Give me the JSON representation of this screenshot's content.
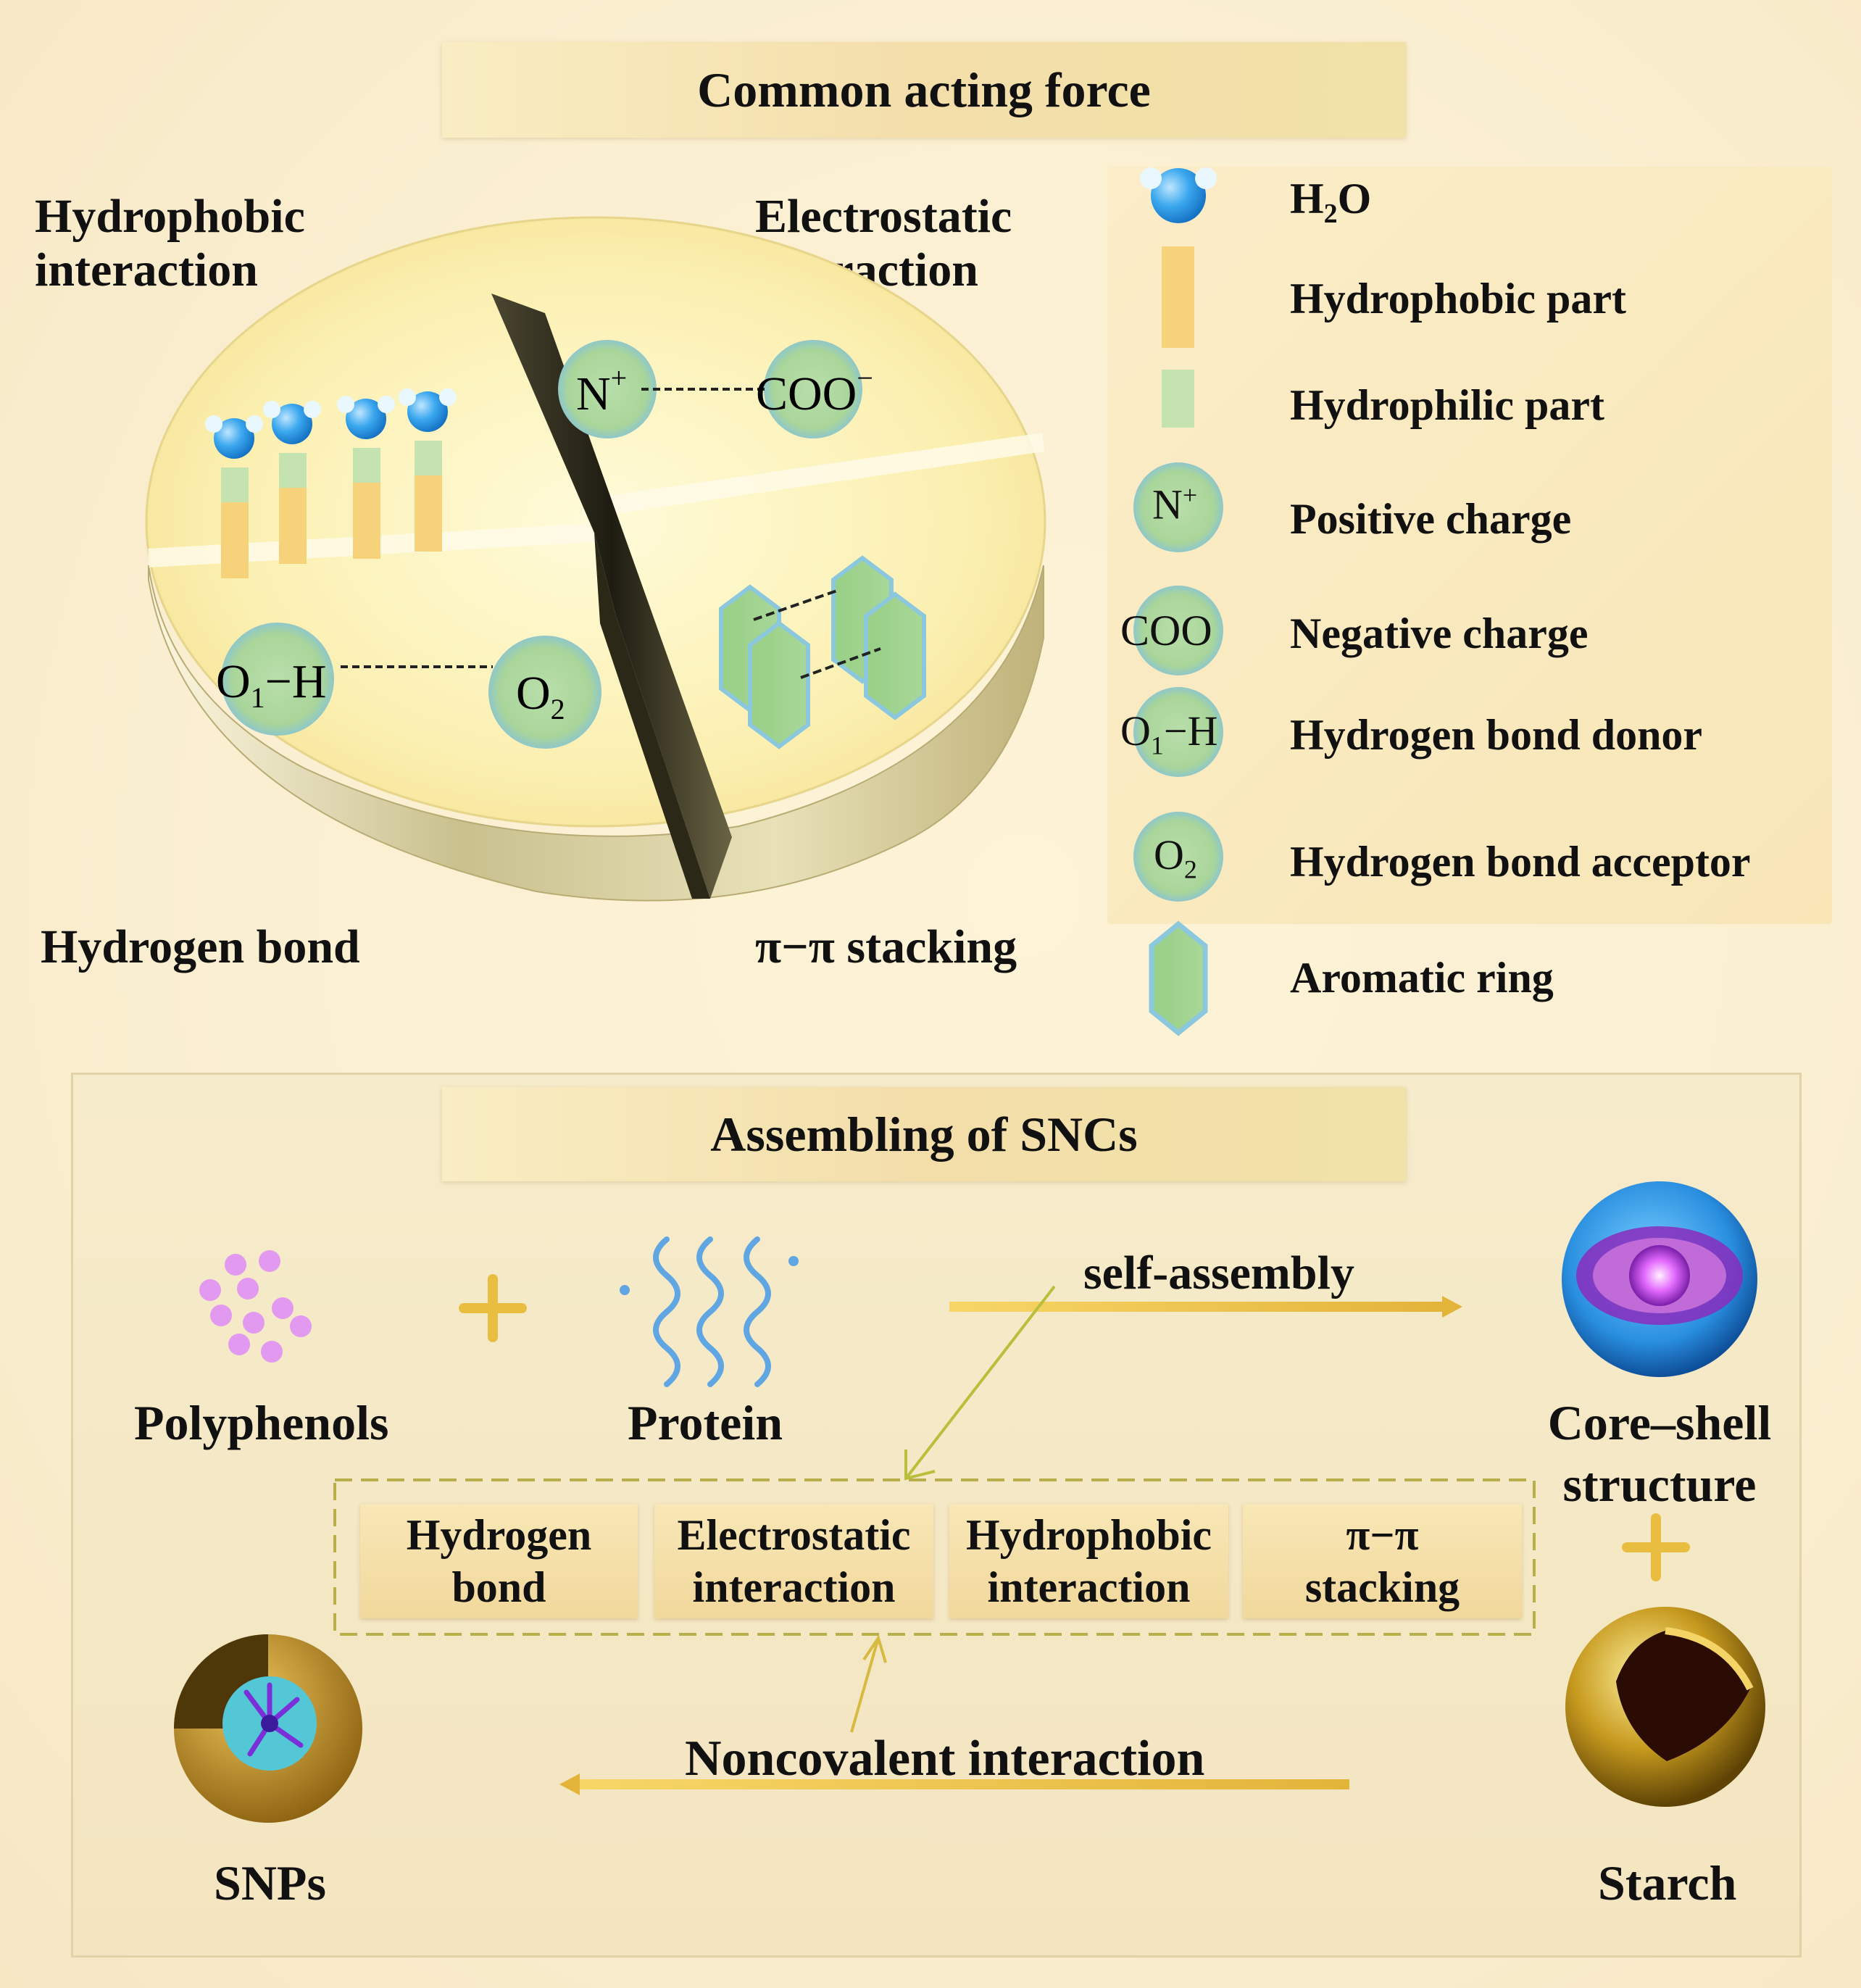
{
  "top": {
    "title": "Common acting force",
    "quadrants": {
      "hydrophobic": "Hydrophobic interaction",
      "electrostatic": "Electrostatic interaction",
      "hbond": "Hydrogen bond",
      "pipi": "π−π stacking"
    },
    "disc": {
      "n_plus": "N",
      "plus_sup": "+",
      "coo": "COO",
      "minus_sup": "−",
      "o1": "O",
      "o1_sub": "1",
      "o1_h": "−H",
      "o2": "O",
      "o2_sub": "2"
    }
  },
  "legend": {
    "h2o_main": "H",
    "h2o_sub": "2",
    "h2o_tail": "O",
    "hydrophobic_part": "Hydrophobic part",
    "hydrophilic_part": "Hydrophilic part",
    "positive_charge": "Positive charge",
    "negative_charge": "Negative charge",
    "hbond_donor": "Hydrogen bond donor",
    "hbond_acceptor": "Hydrogen bond acceptor",
    "aromatic_ring": "Aromatic ring",
    "icon_n": "N",
    "icon_plus": "+",
    "icon_coo": "COO",
    "icon_o1": "O",
    "icon_o1_sub": "1",
    "icon_o1_h": "−H",
    "icon_o2": "O",
    "icon_o2_sub": "2"
  },
  "bottom": {
    "title": "Assembling of SNCs",
    "polyphenols": "Polyphenols",
    "protein": "Protein",
    "self_assembly": "self-assembly",
    "core_shell_1": "Core–shell",
    "core_shell_2": "structure",
    "chips": [
      {
        "l1": "Hydrogen",
        "l2": "bond"
      },
      {
        "l1": "Electrostatic",
        "l2": "interaction"
      },
      {
        "l1": "Hydrophobic",
        "l2": "interaction"
      },
      {
        "l1": "π−π",
        "l2": "stacking"
      }
    ],
    "noncovalent": "Noncovalent interaction",
    "snps": "SNPs",
    "starch": "Starch"
  }
}
